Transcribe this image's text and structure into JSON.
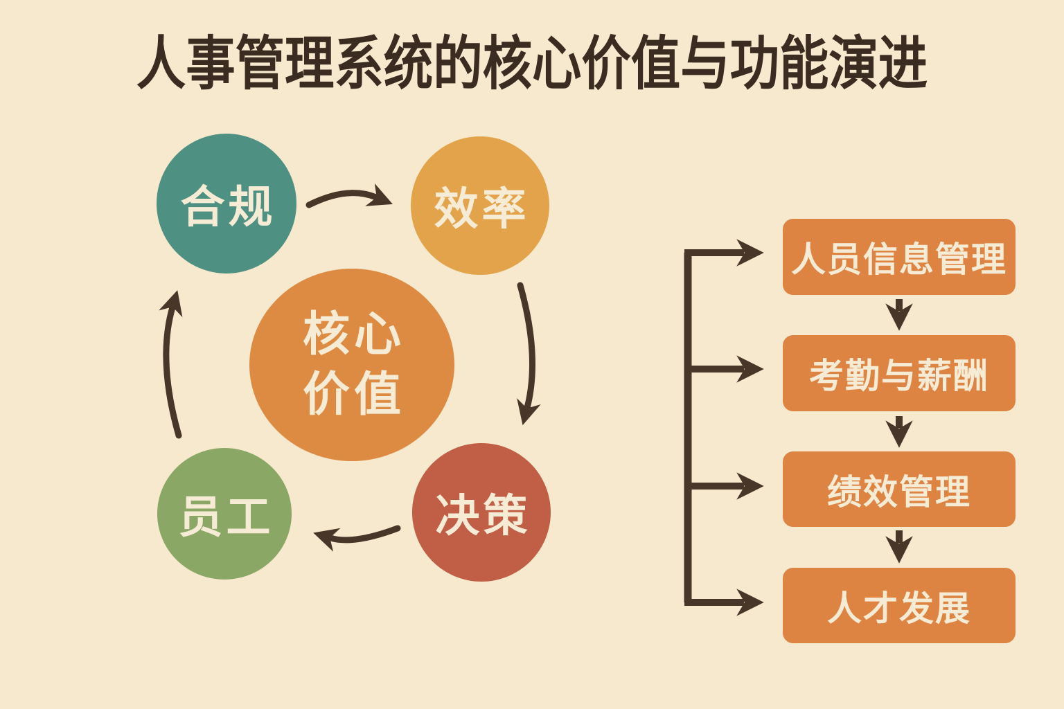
{
  "title": "人事管理系统的核心价值与功能演进",
  "colors": {
    "bg": "#f6e9cd",
    "ink": "#483628",
    "title": "#3b2c22",
    "text-light": "#f6ecd6"
  },
  "cycle": {
    "center": {
      "line1": "核心",
      "line2": "价值",
      "color": "#dd8b42"
    },
    "nodes": [
      {
        "id": "compliance",
        "label": "合规",
        "color": "#4e9183"
      },
      {
        "id": "efficiency",
        "label": "效率",
        "color": "#e3a34a"
      },
      {
        "id": "decision",
        "label": "决策",
        "color": "#c05f46"
      },
      {
        "id": "employees",
        "label": "员工",
        "color": "#8aa766"
      }
    ]
  },
  "flow": {
    "box_color": "#de8442",
    "steps": [
      {
        "label": "人员信息管理"
      },
      {
        "label": "考勤与薪酬"
      },
      {
        "label": "绩效管理"
      },
      {
        "label": "人才发展"
      }
    ]
  }
}
